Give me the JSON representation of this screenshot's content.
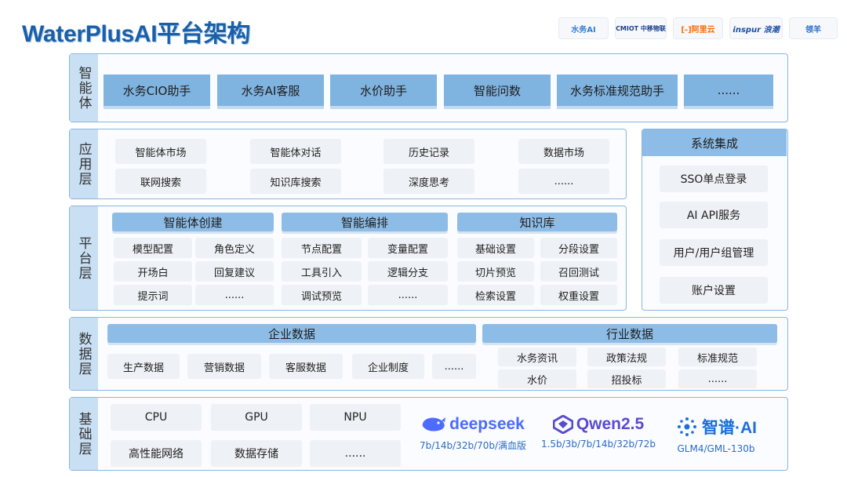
{
  "title": "WaterPlusAI平台架构",
  "logos": [
    {
      "name": "水务AI",
      "color": "#3a7fd0"
    },
    {
      "name": "CMIOT 中移物联",
      "color": "#1b3f8f"
    },
    {
      "name": "[-]阿里云",
      "color": "#ff6a00"
    },
    {
      "name": "inspur 浪潮",
      "color": "#1d4fa3"
    },
    {
      "name": "领羊",
      "color": "#2a6fc9"
    }
  ],
  "layers": {
    "agent": {
      "label": "智能体",
      "items": [
        "水务CIO助手",
        "水务AI客服",
        "水价助手",
        "智能问数",
        "水务标准规范助手",
        "......"
      ]
    },
    "app": {
      "label": "应用层",
      "items": [
        "智能体市场",
        "智能体对话",
        "历史记录",
        "数据市场",
        "联网搜索",
        "知识库搜索",
        "深度思考",
        "......"
      ]
    },
    "platform": {
      "label": "平台层",
      "groups": [
        {
          "title": "智能体创建",
          "items": [
            "模型配置",
            "角色定义",
            "开场白",
            "回复建议",
            "提示词",
            "......"
          ]
        },
        {
          "title": "智能编排",
          "items": [
            "节点配置",
            "变量配置",
            "工具引入",
            "逻辑分支",
            "调试预览",
            "......"
          ]
        },
        {
          "title": "知识库",
          "items": [
            "基础设置",
            "分段设置",
            "切片预览",
            "召回测试",
            "检索设置",
            "权重设置"
          ]
        }
      ]
    },
    "data": {
      "label": "数据层",
      "enterprise": {
        "title": "企业数据",
        "items": [
          "生产数据",
          "营销数据",
          "客服数据",
          "企业制度",
          "......"
        ]
      },
      "industry": {
        "title": "行业数据",
        "items": [
          "水务资讯",
          "政策法规",
          "标准规范",
          "水价",
          "招投标",
          "......"
        ]
      }
    },
    "base": {
      "label": "基础层",
      "items": [
        "CPU",
        "GPU",
        "NPU",
        "高性能网络",
        "数据存储",
        "......"
      ],
      "models": [
        {
          "name": "deepseek",
          "sub": "7b/14b/32b/70b/满血版",
          "color": "#4d6bfe"
        },
        {
          "name": "Qwen2.5",
          "sub": "1.5b/3b/7b/14b/32b/72b",
          "color": "#5a4bd1"
        },
        {
          "name": "智谱·AI",
          "sub": "GLM4/GML-130b",
          "color": "#1e6fd9"
        }
      ]
    }
  },
  "system": {
    "title": "系统集成",
    "items": [
      "SSO单点登录",
      "AI API服务",
      "用户/用户组管理",
      "账户设置"
    ]
  }
}
